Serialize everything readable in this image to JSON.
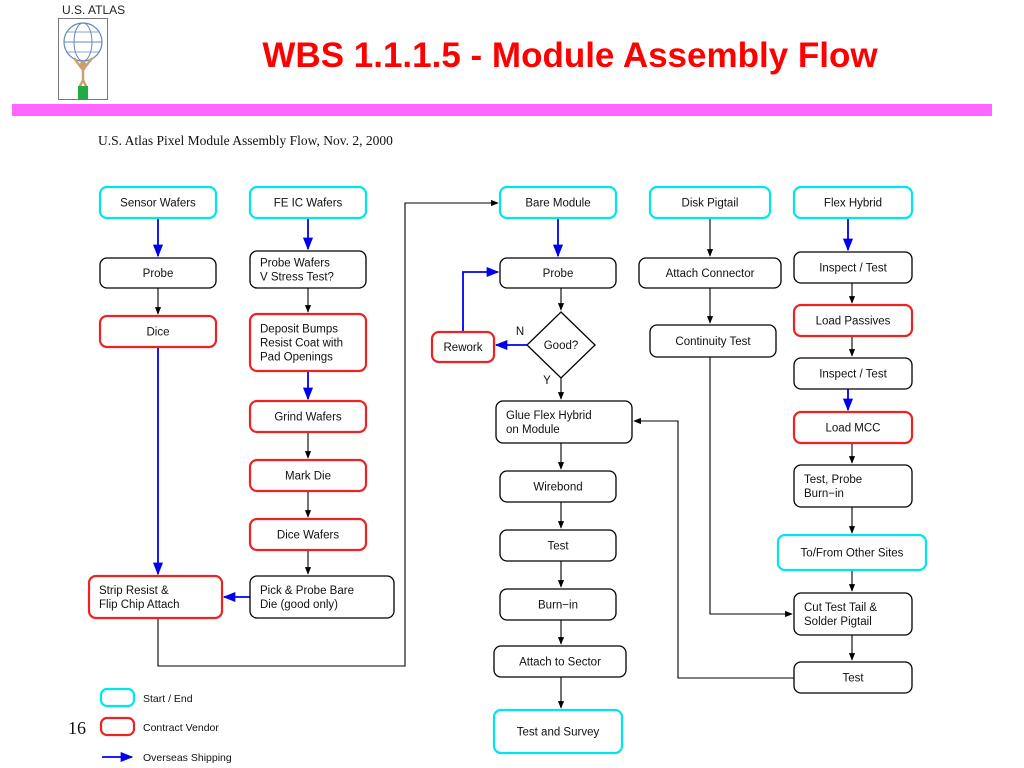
{
  "header": {
    "logo_caption": "U.S. ATLAS",
    "title": "WBS 1.1.1.5 - Module Assembly Flow",
    "accent_color": "#ff66ff",
    "title_color": "#ff0000"
  },
  "figure": {
    "subtitle": "U.S. Atlas Pixel Module Assembly Flow, Nov. 2, 2000"
  },
  "colors": {
    "start_end": "#00e5ee",
    "contract_vendor": "#ee2222",
    "normal": "#000000",
    "overseas_shipping": "#0000ee"
  },
  "nodes": {
    "sensor_wafers": {
      "lines": [
        "Sensor Wafers"
      ]
    },
    "fe_ic_wafers": {
      "lines": [
        "FE IC Wafers"
      ]
    },
    "probe_1": {
      "lines": [
        "Probe"
      ]
    },
    "probe_wafers": {
      "lines": [
        "Probe Wafers",
        "V Stress Test?"
      ]
    },
    "dice": {
      "lines": [
        "Dice"
      ]
    },
    "deposit_bumps": {
      "lines": [
        "Deposit Bumps",
        "Resist Coat with",
        "Pad  Openings"
      ]
    },
    "grind_wafers": {
      "lines": [
        "Grind Wafers"
      ]
    },
    "mark_die": {
      "lines": [
        "Mark Die"
      ]
    },
    "dice_wafers": {
      "lines": [
        "Dice Wafers"
      ]
    },
    "strip_resist": {
      "lines": [
        "Strip Resist &",
        "Flip Chip Attach"
      ]
    },
    "pick_probe": {
      "lines": [
        "Pick & Probe Bare",
        "Die (good only)"
      ]
    },
    "bare_module": {
      "lines": [
        "Bare Module"
      ]
    },
    "probe_2": {
      "lines": [
        "Probe"
      ]
    },
    "rework": {
      "lines": [
        "Rework"
      ]
    },
    "good": {
      "lines": [
        "Good?"
      ]
    },
    "glue_flex": {
      "lines": [
        "Glue Flex Hybrid",
        "on Module"
      ]
    },
    "wirebond": {
      "lines": [
        "Wirebond"
      ]
    },
    "test_1": {
      "lines": [
        "Test"
      ]
    },
    "burn_in": {
      "lines": [
        "Burn−in"
      ]
    },
    "attach_sector": {
      "lines": [
        "Attach to Sector"
      ]
    },
    "test_survey": {
      "lines": [
        "Test and Survey"
      ]
    },
    "disk_pigtail": {
      "lines": [
        "Disk Pigtail"
      ]
    },
    "attach_connector": {
      "lines": [
        "Attach Connector"
      ]
    },
    "continuity_test": {
      "lines": [
        "Continuity Test"
      ]
    },
    "flex_hybrid": {
      "lines": [
        "Flex Hybrid"
      ]
    },
    "inspect_test_1": {
      "lines": [
        "Inspect / Test"
      ]
    },
    "load_passives": {
      "lines": [
        "Load Passives"
      ]
    },
    "inspect_test_2": {
      "lines": [
        "Inspect / Test"
      ]
    },
    "load_mcc": {
      "lines": [
        "Load MCC"
      ]
    },
    "test_probe_burn": {
      "lines": [
        "Test, Probe",
        "Burn−in"
      ]
    },
    "to_from_sites": {
      "lines": [
        "To/From Other Sites"
      ]
    },
    "cut_test_tail": {
      "lines": [
        "Cut Test Tail &",
        "Solder Pigtail"
      ]
    },
    "test_2": {
      "lines": [
        "Test"
      ]
    }
  },
  "edge_labels": {
    "no": "N",
    "yes": "Y"
  },
  "legend": {
    "start_end": "Start / End",
    "contract_vendor": "Contract Vendor",
    "overseas_shipping": "Overseas Shipping"
  },
  "footer": {
    "page_number": "16"
  }
}
